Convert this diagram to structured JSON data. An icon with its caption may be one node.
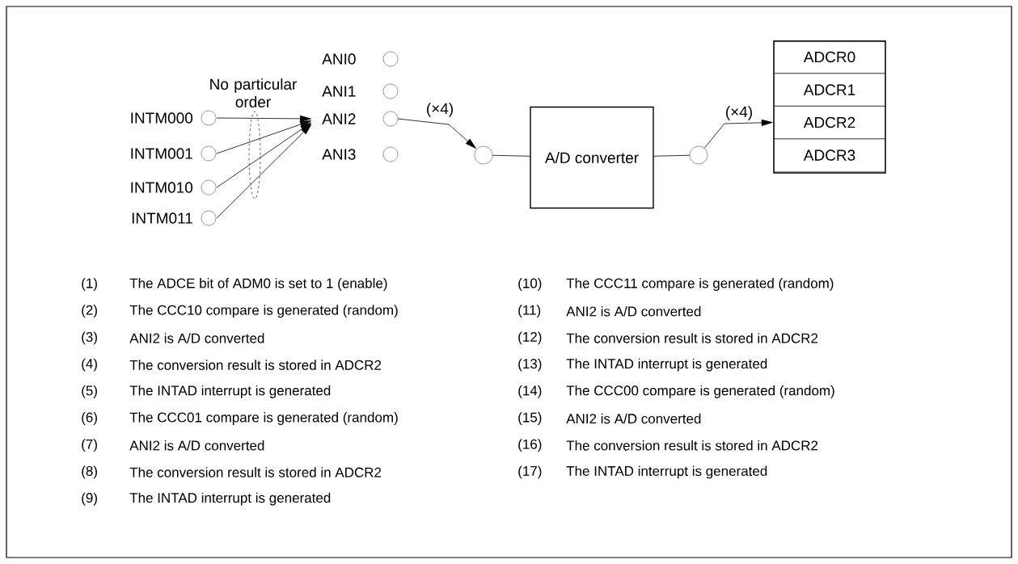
{
  "diagram": {
    "nodes": [
      {
        "text": [
          "INTM000"
        ]
      },
      {
        "text": [
          "INTM001"
        ]
      },
      {
        "text": [
          "INTM010"
        ]
      },
      {
        "text": [
          "INTM011"
        ]
      },
      {
        "text": [
          "ANI0"
        ]
      },
      {
        "text": [
          "ANI1"
        ]
      },
      {
        "text": [
          "ANI2"
        ]
      },
      {
        "text": [
          "ANI3"
        ]
      },
      {
        "text": [],
        "shape": "circle"
      },
      {
        "text": [
          "A/D converter"
        ]
      },
      {
        "text": [],
        "shape": "circle"
      },
      {
        "text": [],
        "shape": "box"
      },
      {
        "text": [
          "ADCR0"
        ],
        "in": 11
      },
      {
        "text": [
          "ADCR1"
        ],
        "in": 11
      },
      {
        "text": [
          "ADCR2"
        ],
        "in": 11
      },
      {
        "text": [
          "ADCR3"
        ],
        "in": 11
      },
      {
        "text": [
          "No particular order"
        ]
      }
    ],
    "edges": [
      {
        "from": 0,
        "to": 6,
        "arrow": "to"
      },
      {
        "from": 1,
        "to": 6,
        "arrow": "to"
      },
      {
        "from": 2,
        "to": 6,
        "arrow": "to"
      },
      {
        "from": 3,
        "to": 6,
        "arrow": "to"
      },
      {
        "from": 6,
        "to": 8,
        "arrow": "to",
        "label": "(×4)"
      },
      {
        "from": 8,
        "to": 9,
        "arrow": "none"
      },
      {
        "from": 9,
        "to": 10,
        "arrow": "none"
      },
      {
        "from": 10,
        "to": 14,
        "arrow": "to",
        "label": "(×4)"
      }
    ],
    "labels": [
      "(1)",
      "The ADCE bit of ADM0 is set to 1 (enable)",
      "(10)",
      "The CCC11 compare is generated (random)",
      "(2)",
      "The CCC10 compare is generated (random)",
      "(11)",
      "ANI2 is A/D converted",
      "(3)",
      "ANI2 is A/D converted",
      "(12)",
      "The conversion result is stored in ADCR2",
      "(4)",
      "The conversion result is stored in ADCR2",
      "(13)",
      "The INTAD interrupt is generated",
      "(5)",
      "The INTAD interrupt is generated",
      "(14)",
      "The CCC00 compare is generated (random)",
      "(6)",
      "The CCC01 compare is generated (random)",
      "(15)",
      "ANI2 is A/D converted",
      "(7)",
      "ANI2 is A/D converted",
      "(16)",
      "The conversion result is stored in ADCR2",
      "(8)",
      "The conversion result is stored in ADCR2",
      "(17)",
      "The INTAD interrupt is generated",
      "(9)",
      "The INTAD interrupt is generated"
    ]
  }
}
